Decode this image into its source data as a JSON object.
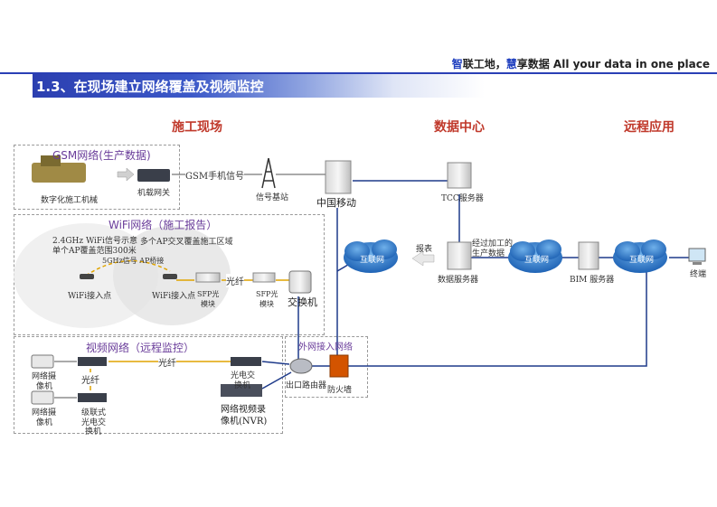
{
  "header": {
    "slogan_c1": "智",
    "slogan_c2": "联工地，",
    "slogan_c3": "慧",
    "slogan_c4": "享数据 All your data in one place",
    "title": "1.3、在现场建立网络覆盖及视频监控"
  },
  "sections": {
    "site": "施工现场",
    "datacenter": "数据中心",
    "remote": "远程应用"
  },
  "gsm": {
    "group": "GSM网络(生产数据)",
    "machine": "数字化施工机械",
    "gateway": "机载网关",
    "signal": "GSM手机信号",
    "base_station": "信号基站",
    "mobile": "中国移动"
  },
  "wifi": {
    "group": "WiFi网络（施工报告）",
    "note1": "2.4GHz WiFi信号示意",
    "note2": "单个AP覆盖范围300米",
    "note3": "多个AP交叉覆盖施工区域",
    "bridge": "5GHz信号 AP桥接",
    "ap1": "WiFi接入点",
    "ap2": "WiFi接入点",
    "sfp1_a": "SFP光",
    "sfp1_b": "模块",
    "fiber": "光纤",
    "sfp2_a": "SFP光",
    "sfp2_b": "模块",
    "switch": "交换机"
  },
  "video": {
    "group": "视频网络（远程监控）",
    "cam1_a": "网络摄",
    "cam1_b": "像机",
    "cam2_a": "网络摄",
    "cam2_b": "像机",
    "fiber_left": "光纤",
    "fiber_top": "光纤",
    "cascade_a": "级联式",
    "cascade_b": "光电交",
    "cascade_c": "换机",
    "converter_a": "光电交",
    "converter_b": "换机",
    "nvr_a": "网络视频录",
    "nvr_b": "像机(NVR)"
  },
  "external": {
    "group": "外网接入网络",
    "router": "出口路由器",
    "firewall": "防火墙"
  },
  "datacenter": {
    "tcc": "TCC服务器",
    "data_server": "数据服务器",
    "report": "报表",
    "processed_a": "经过加工的",
    "processed_b": "生产数据",
    "internet1": "互联网",
    "internet2": "互联网"
  },
  "remote": {
    "internet": "互联网",
    "bim": "BIM 服务器",
    "terminal": "终端"
  }
}
